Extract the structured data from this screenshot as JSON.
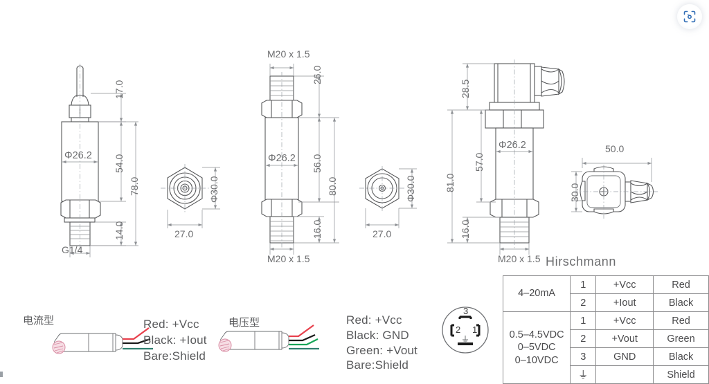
{
  "page": {
    "title": "Pressure Transmitter Dimensional Drawing",
    "background": "#ffffff",
    "line_color": "#58595b",
    "dim_text_color": "#6d6e70"
  },
  "toolbar": {
    "scan_button": {
      "name": "visual-search-button",
      "icon": "camera-scan-icon",
      "color": "#2f6cb5"
    }
  },
  "drawings": {
    "view1": {
      "name": "cable-outlet-sensor",
      "labels": {
        "diameter": "Φ26.2",
        "thread": "G1/4",
        "dim_top": "17.0",
        "dim_body": "54.0",
        "dim_total": "78.0",
        "dim_thread": "14.0"
      },
      "end_view": {
        "across_flats": "27.0",
        "diameter": "Φ30.0"
      }
    },
    "view2": {
      "name": "m20-connector-sensor",
      "labels": {
        "thread_top": "M20 x 1.5",
        "thread_bottom": "M20 x 1.5",
        "diameter": "Φ26.2",
        "dim_top": "26.0",
        "dim_body": "56.0",
        "dim_total": "80.0",
        "dim_thread": "16.0"
      },
      "end_view": {
        "across_flats": "27.0",
        "diameter": "Φ30.0"
      }
    },
    "view3": {
      "name": "hirschmann-connector-sensor",
      "labels": {
        "dim_head": "28.5",
        "dim_body": "57.0",
        "dim_total": "81.0",
        "dim_thread": "16.0",
        "diameter": "Φ26.2",
        "thread_bottom": "M20 x 1.5",
        "connector_name": "Hirschmann"
      },
      "top_view": {
        "width": "50.0",
        "height": "30.0"
      }
    }
  },
  "wiring": {
    "current_type": {
      "name": "current-output-wiring",
      "title": "电流型",
      "wires": [
        {
          "label": "Red: +Vcc",
          "color": "#e8414d"
        },
        {
          "label": "Black: +Iout",
          "color": "#1a1a1a"
        },
        {
          "label": "Bare:Shield",
          "color": "#2f7f6f"
        }
      ]
    },
    "voltage_type": {
      "name": "voltage-output-wiring",
      "title": "电压型",
      "wires": [
        {
          "label": "Red: +Vcc",
          "color": "#e8414d"
        },
        {
          "label": "Black: GND",
          "color": "#1a1a1a"
        },
        {
          "label": "Green: +Vout",
          "color": "#17a558"
        },
        {
          "label": "Bare:Shield",
          "color": "#2f7f6f"
        }
      ]
    }
  },
  "connector_pinout": {
    "name": "din-connector-pinout",
    "pins": [
      {
        "id": "3",
        "position": "top"
      },
      {
        "id": "2",
        "position": "left"
      },
      {
        "id": "1",
        "position": "right"
      },
      {
        "id": "ground",
        "position": "bottom",
        "symbol": "⏚"
      }
    ]
  },
  "pin_table": {
    "groups": [
      {
        "range": "4–20mA",
        "rows": [
          {
            "pin": "1",
            "signal": "+Vcc",
            "color": "Red"
          },
          {
            "pin": "2",
            "signal": "+Iout",
            "color": "Black"
          }
        ]
      },
      {
        "range_lines": [
          "0.5–4.5VDC",
          "0–5VDC",
          "0–10VDC"
        ],
        "rows": [
          {
            "pin": "1",
            "signal": "+Vcc",
            "color": "Red"
          },
          {
            "pin": "2",
            "signal": "+Vout",
            "color": "Green"
          },
          {
            "pin": "3",
            "signal": "GND",
            "color": "Black"
          },
          {
            "pin": "⏚",
            "signal": "",
            "color": "Shield"
          }
        ]
      }
    ]
  }
}
